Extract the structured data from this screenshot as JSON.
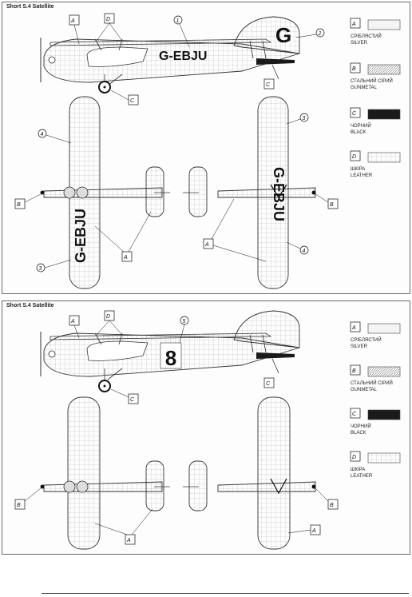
{
  "panels": [
    {
      "title": "Short S.4 Satellite",
      "registration_side": "G-EBJU",
      "registration_top_tail": "G",
      "registration_wing_left": "G-EBJU",
      "registration_wing_right": "G-EBJU",
      "callouts": [
        "1",
        "2",
        "3",
        "4"
      ]
    },
    {
      "title": "Short S.4 Satellite",
      "race_number": "8",
      "callouts": [
        "5"
      ]
    }
  ],
  "legend": [
    {
      "code": "A",
      "name_ua": "СРІБЛЯСТИЙ",
      "name_en": "SILVER",
      "color": "#f4f4f4"
    },
    {
      "code": "B",
      "name_ua": "СТАЛЬНИЙ СІРИЙ",
      "name_en": "GUNMETAL",
      "color": "#9a9a9a"
    },
    {
      "code": "C",
      "name_ua": "ЧОРНИЙ",
      "name_en": "BLACK",
      "color": "#1a1a1a"
    },
    {
      "code": "D",
      "name_ua": "ШКІРА",
      "name_en": "LEATHER",
      "color": "#cfcfcf"
    }
  ],
  "colors": {
    "paint": "#f0f0f0",
    "line": "#333333",
    "hatch": "#8a8a8a"
  }
}
